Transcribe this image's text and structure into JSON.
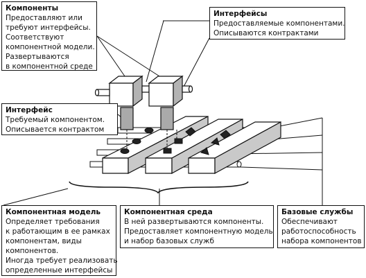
{
  "callouts": {
    "components": {
      "title": "Компоненты",
      "lines": [
        "Предоставляют или",
        "требуют интерфейсы.",
        "Соответствуют",
        "компонентной модели.",
        "Развертываются",
        "в компонентной среде"
      ]
    },
    "interfaces": {
      "title": "Интерфейсы",
      "lines": [
        "Предоставляемые компонентами.",
        "Описываются контрактами"
      ]
    },
    "interface": {
      "title": "Интерфейс",
      "lines": [
        "Требуемый компонентом.",
        "Описывается контрактом"
      ]
    },
    "component_model": {
      "title": "Компонентная модель",
      "lines": [
        "Определяет требования",
        "к работающим в ее рамках",
        "компонентам, виды",
        "компонентов.",
        "Иногда требует реализовать",
        "определенные интерфейсы"
      ]
    },
    "component_env": {
      "title": "Компонентная среда",
      "lines": [
        "В ней развертываются компоненты.",
        "Предоставляет компонентную модель",
        "и набор базовых служб"
      ]
    },
    "base_services": {
      "title": "Базовые службы",
      "lines": [
        "Обеспечивают",
        "работоспособность",
        "набора компонентов"
      ]
    }
  },
  "colors": {
    "stroke": "#111111",
    "shade": "#b9b9b9",
    "face": "#ffffff",
    "dark": "#222222"
  }
}
